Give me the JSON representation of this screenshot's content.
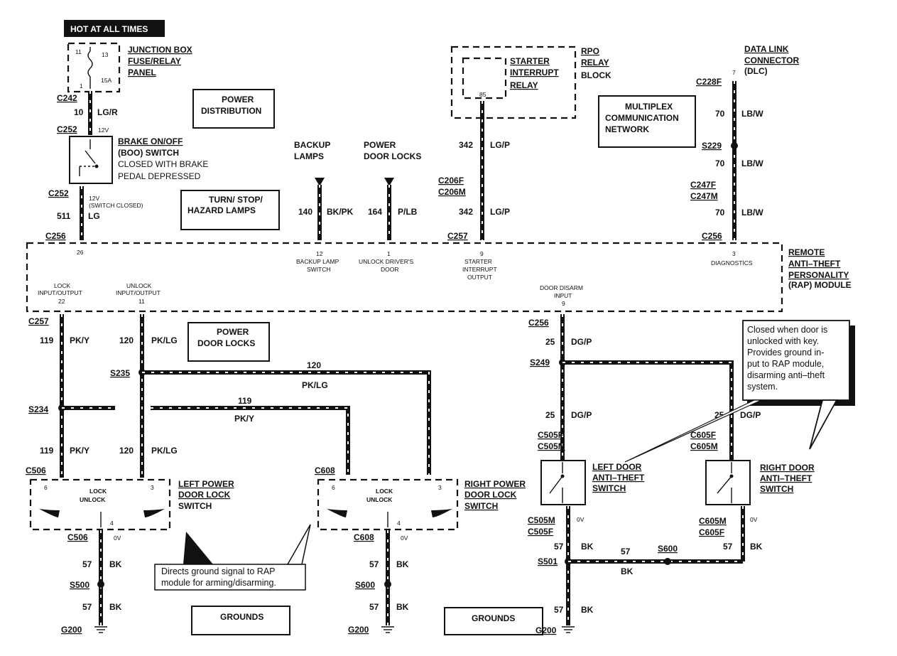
{
  "header": {
    "hot_label": "HOT AT ALL TIMES"
  },
  "components": {
    "junction_box": {
      "line1": "JUNCTION BOX",
      "line2": "FUSE/RELAY",
      "line3": "PANEL",
      "pin_11": "11",
      "pin_13": "13",
      "pin_1": "1",
      "fuse": "15A"
    },
    "brake_switch": {
      "line1": "BRAKE ON/OFF",
      "line2": "(BOO) SWITCH",
      "line3": "CLOSED WITH BRAKE",
      "line4": "PEDAL DEPRESSED"
    },
    "rpo_block": {
      "line1": "RPO",
      "line2": "RELAY",
      "line3": "BLOCK"
    },
    "starter_relay": {
      "line1": "STARTER",
      "line2": "INTERRUPT",
      "line3": "RELAY",
      "pin": "85"
    },
    "dlc": {
      "line1": "DATA LINK",
      "line2": "CONNECTOR",
      "line3": "(DLC)",
      "pin": "7"
    },
    "rap_module": {
      "line1": "REMOTE",
      "line2": "ANTI–THEFT",
      "line3": "PERSONALITY",
      "line4": "(RAP) MODULE"
    },
    "left_pdl_switch": {
      "line1": "LEFT POWER",
      "line2": "DOOR LOCK",
      "line3": "SWITCH",
      "lock": "LOCK",
      "unlock": "UNLOCK",
      "pin_6": "6",
      "pin_3": "3",
      "pin_4": "4"
    },
    "right_pdl_switch": {
      "line1": "RIGHT POWER",
      "line2": "DOOR LOCK",
      "line3": "SWITCH",
      "lock": "LOCK",
      "unlock": "UNLOCK",
      "pin_6": "6",
      "pin_3": "3",
      "pin_4": "4"
    },
    "left_door_switch": {
      "line1": "LEFT DOOR",
      "line2": "ANTI–THEFT",
      "line3": "SWITCH"
    },
    "right_door_switch": {
      "line1": "RIGHT DOOR",
      "line2": "ANTI–THEFT",
      "line3": "SWITCH"
    }
  },
  "boxes": {
    "power_distribution": [
      "POWER",
      "DISTRIBUTION"
    ],
    "turn_stop": [
      "TURN/ STOP/",
      "HAZARD LAMPS"
    ],
    "multiplex": [
      "MULTIPLEX",
      "COMMUNICATION",
      "NETWORK"
    ],
    "power_door_locks": [
      "POWER",
      "DOOR LOCKS"
    ],
    "grounds_left": "GROUNDS",
    "grounds_right": "GROUNDS"
  },
  "destinations": {
    "backup": [
      "BACKUP",
      "LAMPS"
    ],
    "pdl": [
      "POWER",
      "DOOR LOCKS"
    ]
  },
  "module_pins": {
    "p26": "26",
    "p12": [
      "12",
      "BACKUP LAMP",
      "SWITCH"
    ],
    "p1": [
      "1",
      "UNLOCK DRIVER'S",
      "DOOR"
    ],
    "p9s": [
      "9",
      "STARTER",
      "INTERRUPT",
      "OUTPUT"
    ],
    "p3": [
      "3",
      "DIAGNOSTICS"
    ],
    "p22": [
      "LOCK",
      "INPUT/OUTPUT",
      "22"
    ],
    "p11": [
      "UNLOCK",
      "INPUT/OUTPUT",
      "11"
    ],
    "p9d": [
      "DOOR DISARM",
      "INPUT",
      "9"
    ]
  },
  "connectors": {
    "c242": "C242",
    "c252a": "C252",
    "c252b": "C252",
    "c256a": "C256",
    "c206f": "C206F",
    "c206m": "C206M",
    "c257a": "C257",
    "c228f": "C228F",
    "s229": "S229",
    "c247f": "C247F",
    "c247m": "C247M",
    "c256b": "C256",
    "c257b": "C257",
    "s235": "S235",
    "s234": "S234",
    "c506a": "C506",
    "c506b": "C506",
    "s500": "S500",
    "g200a": "G200",
    "c608a": "C608",
    "c608b": "C608",
    "s600a": "S600",
    "g200b": "G200",
    "c256c": "C256",
    "s249": "S249",
    "c505f": "C505F",
    "c505m": "C505M",
    "c505m2": "C505M",
    "c505f2": "C505F",
    "s501": "S501",
    "g200c": "G200",
    "c605f": "C605F",
    "c605m": "C605M",
    "c605m2": "C605M",
    "c605f2": "C605F",
    "s600b": "S600"
  },
  "wires": {
    "w10": [
      "10",
      "LG/R"
    ],
    "w511": [
      "511",
      "LG"
    ],
    "w342a": [
      "342",
      "LG/P"
    ],
    "w342b": [
      "342",
      "LG/P"
    ],
    "w140": [
      "140",
      "BK/PK"
    ],
    "w164": [
      "164",
      "P/LB"
    ],
    "w70a": [
      "70",
      "LB/W"
    ],
    "w70b": [
      "70",
      "LB/W"
    ],
    "w70c": [
      "70",
      "LB/W"
    ],
    "w119a": [
      "119",
      "PK/Y"
    ],
    "w120a": [
      "120",
      "PK/LG"
    ],
    "w120h": [
      "120",
      "PK/LG"
    ],
    "w119h": [
      "119",
      "PK/Y"
    ],
    "w119b": [
      "119",
      "PK/Y"
    ],
    "w120b": [
      "120",
      "PK/LG"
    ],
    "w57a": [
      "57",
      "BK"
    ],
    "w57b": [
      "57",
      "BK"
    ],
    "w57c": [
      "57",
      "BK"
    ],
    "w57d": [
      "57",
      "BK"
    ],
    "w57e": [
      "57",
      "BK"
    ],
    "w57f": [
      "57",
      "BK"
    ],
    "w57g": [
      "57",
      "BK"
    ],
    "w25a": [
      "25",
      "DG/P"
    ],
    "w25b": [
      "25",
      "DG/P"
    ],
    "w25c": [
      "25",
      "DG/P"
    ]
  },
  "volts": {
    "v12": "12V",
    "v12sw": "12V",
    "vsw": "(SWITCH  CLOSED)",
    "ov1": "0V",
    "ov2": "0V",
    "ov3": "0V",
    "ov4": "0V"
  },
  "callouts": {
    "ground": [
      "Directs ground signal to RAP",
      "module for arming/disarming."
    ],
    "door": [
      "Closed when door is",
      "unlocked with key.",
      "Provides ground in-",
      "put to RAP module,",
      "disarming anti–theft",
      "system."
    ]
  }
}
